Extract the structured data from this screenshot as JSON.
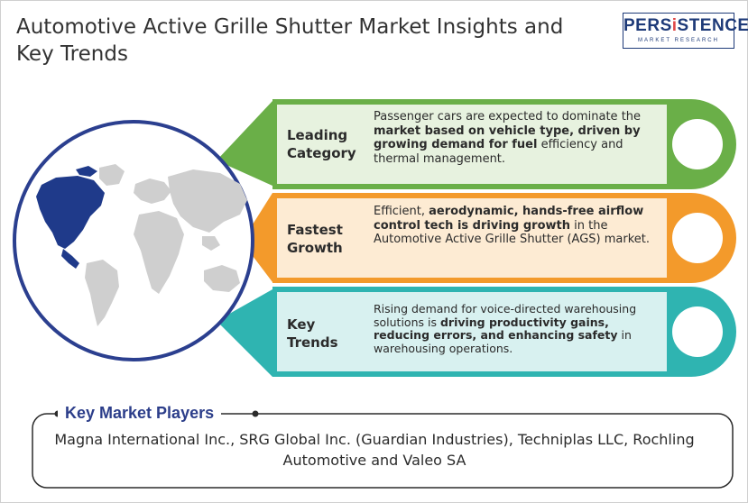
{
  "header": {
    "title": "Automotive Active Grille Shutter Market Insights and Key Trends"
  },
  "logo": {
    "name_part1": "PERS",
    "name_accent": "i",
    "name_part2": "STENCE",
    "tagline": "MARKET RESEARCH",
    "brand_color": "#1e3a78",
    "accent_color": "#e04848"
  },
  "colors": {
    "leading": "#6aaf48",
    "leading_bg": "#e7f2df",
    "fastest": "#f39a2b",
    "fastest_bg": "#fdebd3",
    "trends": "#2fb4b1",
    "trends_bg": "#d8f1f0",
    "world_highlight": "#1f3a8a",
    "world_land": "#cfcfcf"
  },
  "cards": [
    {
      "label_line1": "Leading",
      "label_line2": "Category",
      "desc_html": "Passenger cars are expected to dominate the <b>market based on vehicle type, driven by growing demand for fuel</b> efficiency and thermal management."
    },
    {
      "label_line1": "Fastest",
      "label_line2": "Growth",
      "desc_html": "Efficient, <b>aerodynamic, hands-free airflow control tech is driving growth</b> in the Automotive Active Grille Shutter (AGS) market."
    },
    {
      "label_line1": "Key",
      "label_line2": "Trends",
      "desc_html": "Rising demand for voice-directed warehousing solutions is <b>driving productivity gains, reducing errors, and enhancing safety</b> in warehousing operations."
    }
  ],
  "players": {
    "heading": "Key Market Players",
    "text": "Magna International Inc., SRG Global Inc. (Guardian Industries), Techniplas LLC, Rochling Automotive and Valeo SA"
  }
}
